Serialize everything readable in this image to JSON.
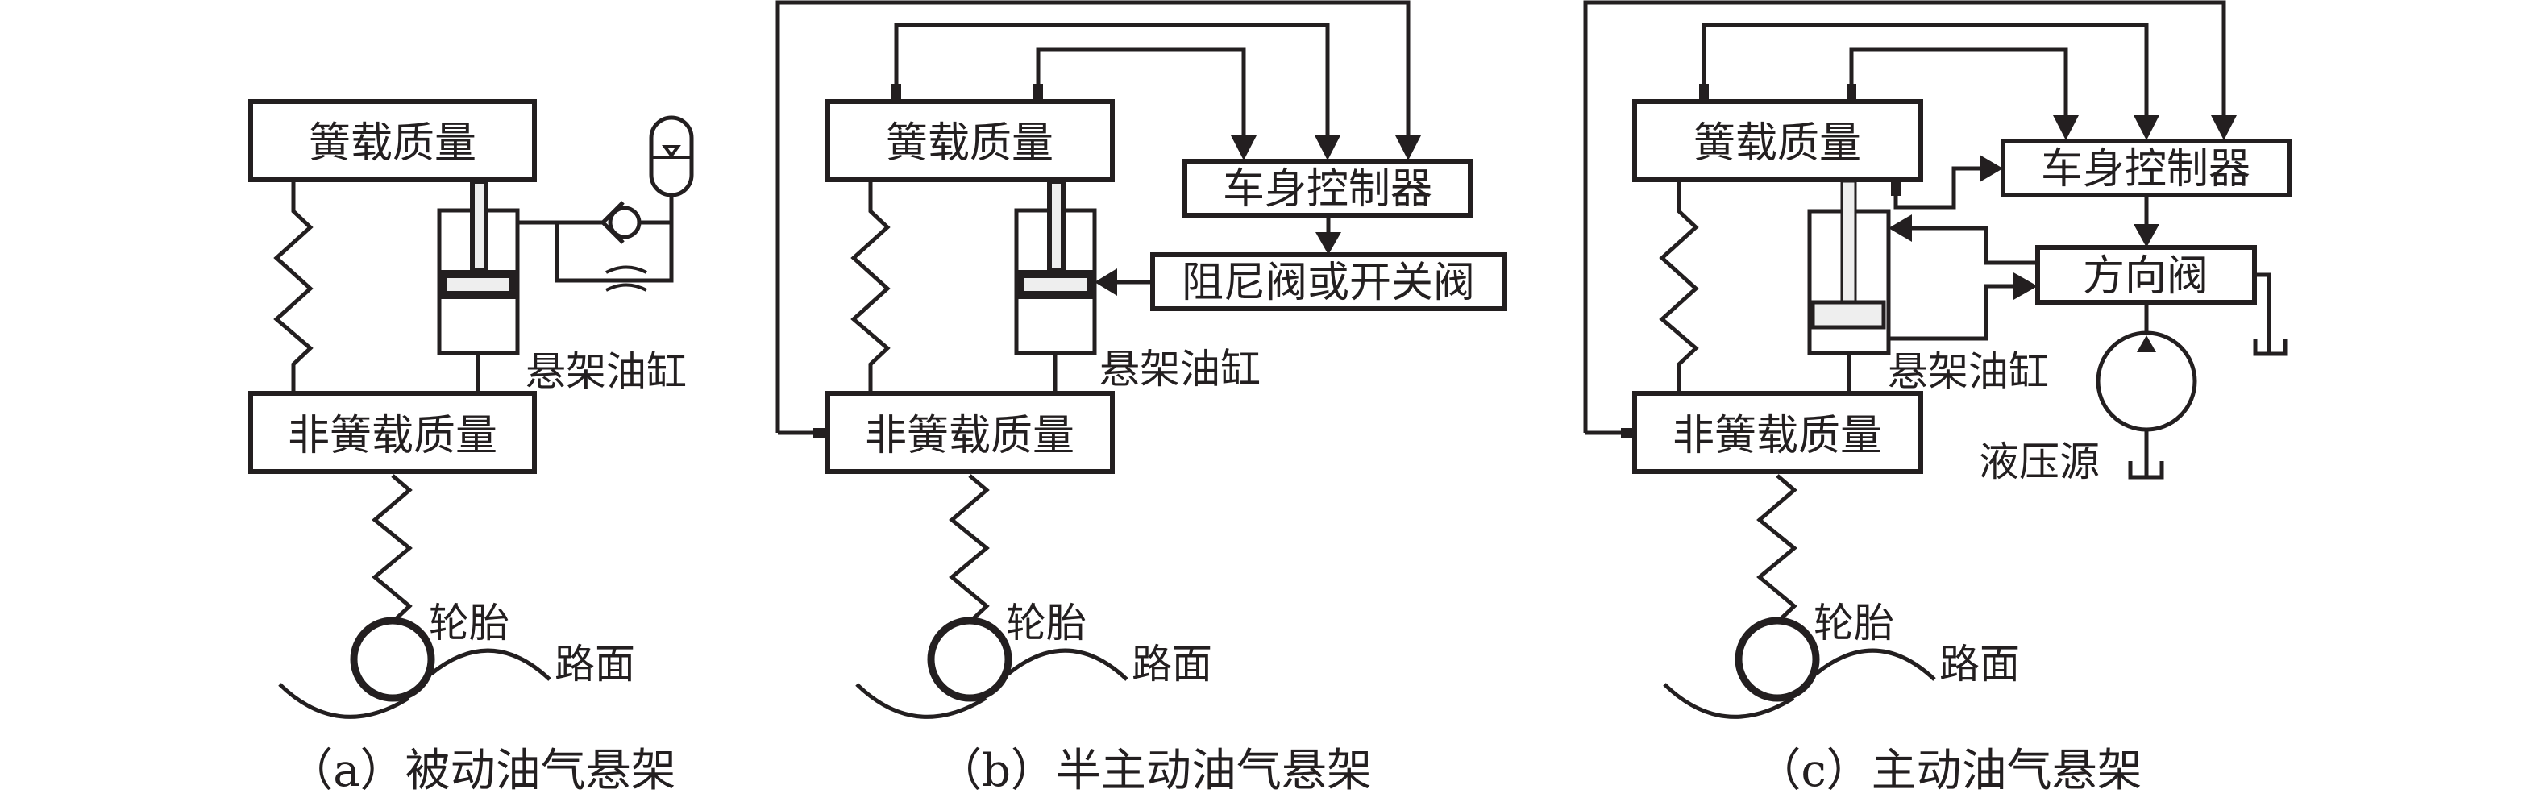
{
  "figure": {
    "panels": [
      {
        "id": "a",
        "caption": "（a）被动油气悬架",
        "sprung_mass": "簧载质量",
        "unsprung_mass": "非簧载质量",
        "cylinder_label": "悬架油缸",
        "tire_label": "轮胎",
        "road_label": "路面",
        "components": [
          "spring",
          "suspension-cylinder",
          "check-valve",
          "orifice",
          "accumulator",
          "tire-spring",
          "tire",
          "road"
        ]
      },
      {
        "id": "b",
        "caption": "（b）半主动油气悬架",
        "sprung_mass": "簧载质量",
        "unsprung_mass": "非簧载质量",
        "cylinder_label": "悬架油缸",
        "tire_label": "轮胎",
        "road_label": "路面",
        "controller": "车身控制器",
        "valve": "阻尼阀或开关阀",
        "components": [
          "spring",
          "suspension-cylinder",
          "sensor",
          "controller",
          "damping-valve",
          "tire-spring",
          "tire",
          "road"
        ]
      },
      {
        "id": "c",
        "caption": "（c）主动油气悬架",
        "sprung_mass": "簧载质量",
        "unsprung_mass": "非簧载质量",
        "cylinder_label": "悬架油缸",
        "tire_label": "轮胎",
        "road_label": "路面",
        "controller": "车身控制器",
        "valve": "方向阀",
        "hydraulic_source": "液压源",
        "components": [
          "spring",
          "suspension-cylinder",
          "sensor",
          "controller",
          "directional-valve",
          "pump",
          "tank",
          "tire-spring",
          "tire",
          "road"
        ]
      }
    ],
    "colors": {
      "stroke": "#231f20",
      "fill_light": "#eeeeee",
      "background": "#ffffff"
    }
  }
}
